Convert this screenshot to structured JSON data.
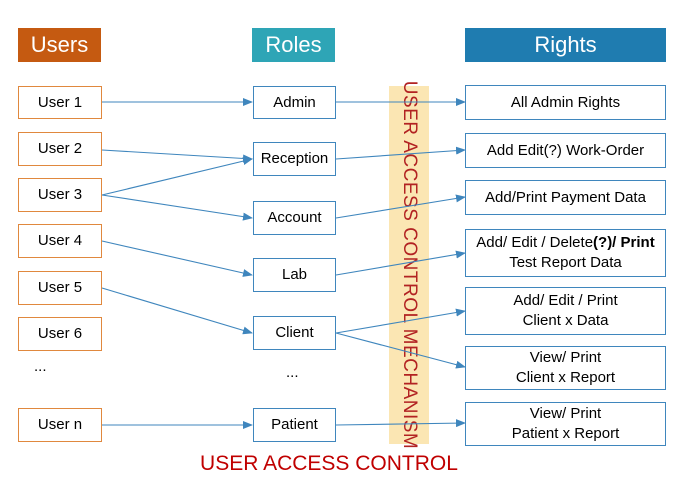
{
  "headers": {
    "users": "Users",
    "roles": "Roles",
    "rights": "Rights"
  },
  "colors": {
    "users_header": "#c55a11",
    "roles_header": "#2ea5b6",
    "rights_header": "#1f7cb0",
    "arrow": "#3f86bd",
    "mechanism_bg": "#fbe6b3",
    "mechanism_text": "#b22222",
    "title": "#c00000"
  },
  "users": [
    "User 1",
    "User 2",
    "User 3",
    "User 4",
    "User 5",
    "User 6",
    "...",
    "User n"
  ],
  "roles": [
    "Admin",
    "Reception",
    "Account",
    "Lab",
    "Client",
    "...",
    "Patient"
  ],
  "rights": {
    "r1": "All Admin Rights",
    "r2": "Add Edit(?) Work-Order",
    "r3": "Add/Print Payment Data",
    "r4_line1_a": "Add/ Edit / Delete",
    "r4_line1_b": "(?)/ Print",
    "r4_line2": "Test Report Data",
    "r5_line1": "Add/ Edit / Print",
    "r5_line2": "Client x Data",
    "r6_line1": "View/ Print",
    "r6_line2": "Client x Report",
    "r7_line1": "View/ Print",
    "r7_line2": "Patient x Report"
  },
  "mechanism": "USER ACCESS CONTROL MECHANISM",
  "title": "USER ACCESS CONTROL"
}
